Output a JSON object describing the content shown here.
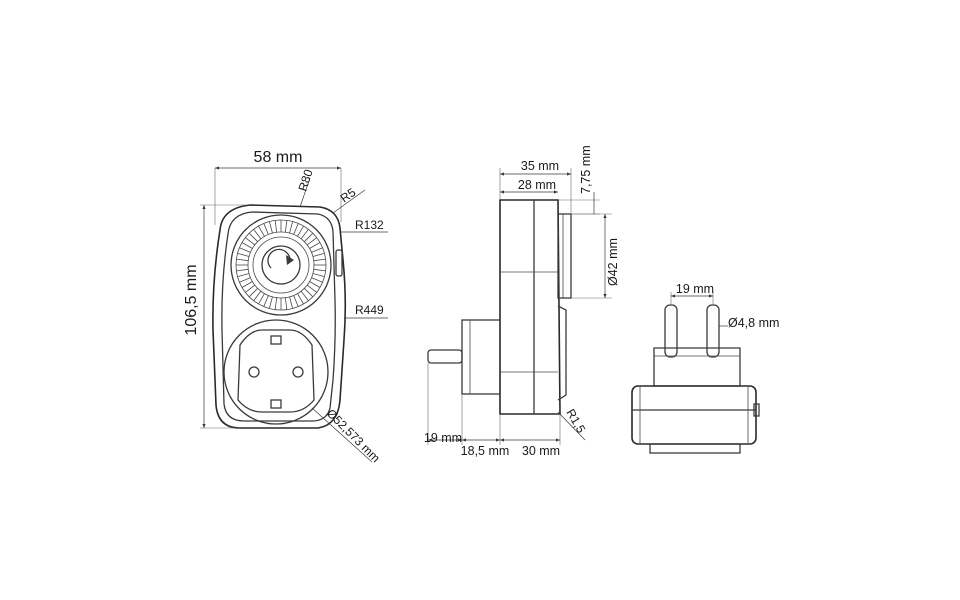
{
  "front_view": {
    "width": "58 mm",
    "height": "106,5 mm",
    "radius_top": "R80",
    "radius_corner": "R5",
    "radius_side_upper": "R132",
    "radius_side_lower": "R449",
    "socket_diameter": "Ø52,573 mm"
  },
  "side_view": {
    "depth_total": "35 mm",
    "depth_body": "28 mm",
    "dial_protrusion": "7,75 mm",
    "dial_diameter": "Ø42 mm",
    "plug_length": "19 mm",
    "plug_base": "18,5 mm",
    "body_bottom": "30 mm",
    "edge_radius": "R1,5"
  },
  "bottom_view": {
    "pin_spacing": "19 mm",
    "pin_diameter": "Ø4,8 mm"
  },
  "colors": {
    "line": "#3a3a3a",
    "text": "#1a1a1a",
    "background": "#ffffff"
  }
}
